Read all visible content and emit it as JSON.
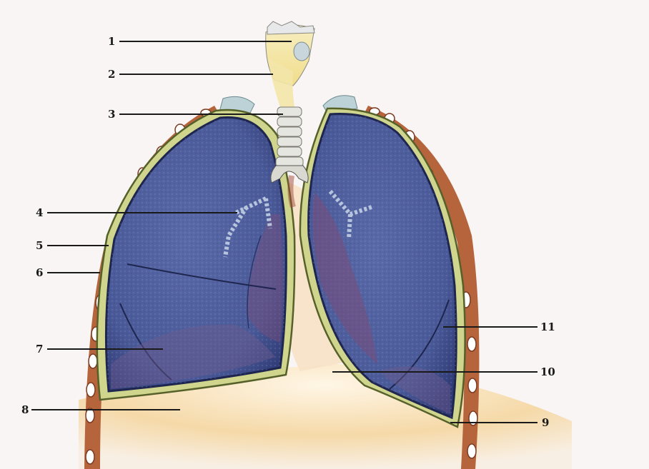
{
  "labels": {
    "n1": "1",
    "n2": "2",
    "n3": "3",
    "n4": "4",
    "n5": "5",
    "n6": "6",
    "n7": "7",
    "n8": "8",
    "n9": "9",
    "n10": "10",
    "n11": "11"
  },
  "colors": {
    "background": "#f8f5f4",
    "lung": "#4e5f9c",
    "lung_dark": "#34407a",
    "pleura": "#c9cf86",
    "ribs": "#b3623a",
    "rib_hole": "#ffffff",
    "trachea": "#e9e5dc",
    "larynx_fill": "#f0dd8a",
    "diaphragm": "#f0c48a",
    "leader": "#1a1a1a"
  }
}
